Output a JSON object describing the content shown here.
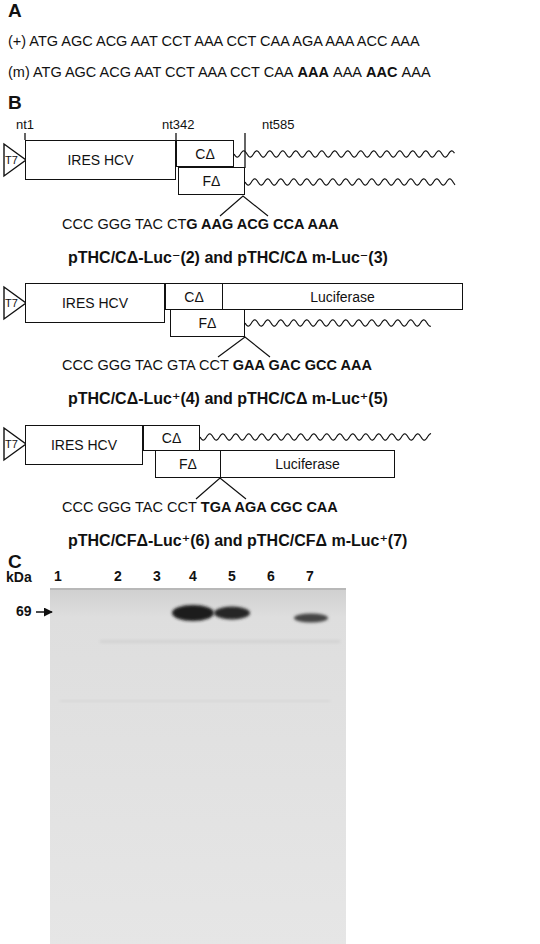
{
  "diagram": {
    "nodes": [
      {
        "text": [
          "T7"
        ]
      },
      {
        "text": [
          "IRES HCV"
        ]
      },
      {
        "text": [
          "CΔ"
        ]
      },
      {
        "text": [
          "FΔ"
        ]
      },
      {
        "text": [
          "T7"
        ]
      },
      {
        "text": [
          "IRES HCV"
        ]
      },
      {
        "text": [
          "CΔ"
        ]
      },
      {
        "text": [
          "Luciferase"
        ]
      },
      {
        "text": [
          "FΔ"
        ]
      },
      {
        "text": [
          "T7"
        ]
      },
      {
        "text": [
          "IRES HCV"
        ]
      },
      {
        "text": [
          "CΔ"
        ]
      },
      {
        "text": [
          "FΔ"
        ]
      },
      {
        "text": [
          "Luciferase"
        ]
      }
    ],
    "labels": [
      "A",
      "(+) ATG AGC ACG AAT CCT AAA CCT CAA AGA AAA ACC AAA",
      "(m) ATG AGC ACG AAT CCT AAA CCT CAA",
      "AAA",
      "AAA",
      "AAC",
      "AAA",
      "B",
      "nt1",
      "nt342",
      "nt585",
      "CCC GGG TAC CT",
      "G AAG ACG CCA AAA",
      "pTHC/CΔ-Luc⁻(2) and pTHC/CΔ m-Luc⁻(3)",
      "CCC GGG TAC GTA CCT",
      "GAA GAC GCC AAA",
      "pTHC/CΔ-Luc⁺(4) and pTHC/CΔ m-Luc⁺(5)",
      "CCC GGG TAC CCT",
      "TGA AGA CGC CAA",
      "pTHC/CFΔ-Luc⁺(6) and pTHC/CFΔ m-Luc⁺(7)",
      "C",
      "kDa",
      "1",
      "2",
      "3",
      "4",
      "5",
      "6",
      "7",
      "69"
    ]
  }
}
